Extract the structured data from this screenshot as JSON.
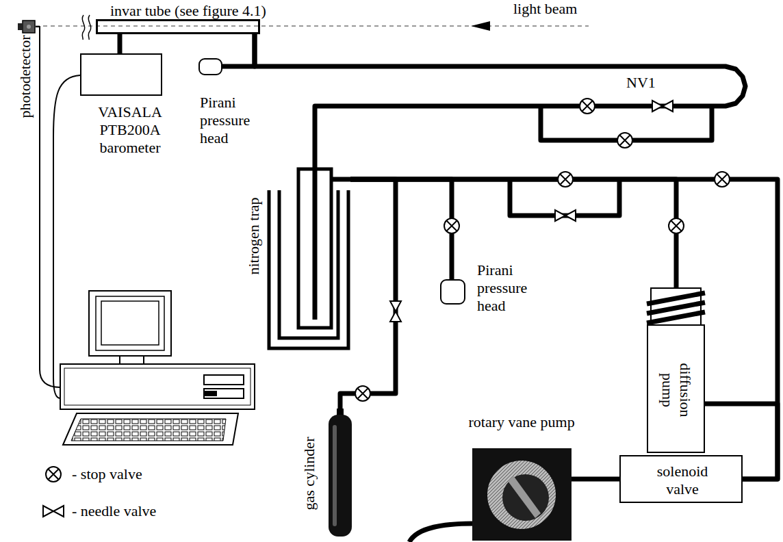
{
  "diagram": {
    "nodes": [
      {
        "text": [
          "invar tube (see figure 4.1)"
        ]
      },
      {
        "text": [
          "photodetector"
        ]
      },
      {
        "text": [
          "VAISALA PTB200A barometer"
        ]
      },
      {
        "text": [
          "Pirani pressure head"
        ]
      },
      {
        "text": [
          "nitrogen trap"
        ]
      },
      {
        "text": [
          "Pirani pressure head"
        ]
      },
      {
        "text": [
          "diffusion pump"
        ]
      },
      {
        "text": [
          "gas cylinder"
        ]
      },
      {
        "text": [
          "rotary vane pump"
        ]
      },
      {
        "text": [
          "solenoid valve"
        ]
      }
    ],
    "edges": [
      {
        "from": 0,
        "to": 2,
        "arrow": "none"
      },
      {
        "from": 0,
        "to": 3,
        "arrow": "none"
      },
      {
        "from": 0,
        "to": 4,
        "arrow": "none"
      },
      {
        "from": 4,
        "to": 5,
        "arrow": "none"
      },
      {
        "from": 4,
        "to": 6,
        "arrow": "none"
      },
      {
        "from": 4,
        "to": 7,
        "arrow": "none"
      },
      {
        "from": 4,
        "to": 9,
        "arrow": "none"
      },
      {
        "from": 6,
        "to": 9,
        "arrow": "none"
      },
      {
        "from": 9,
        "to": 8,
        "arrow": "none"
      }
    ],
    "labels": [
      "light beam",
      "NV1"
    ],
    "legend": [
      {
        "text": "- stop valve"
      },
      {
        "text": "- needle valve"
      }
    ]
  }
}
